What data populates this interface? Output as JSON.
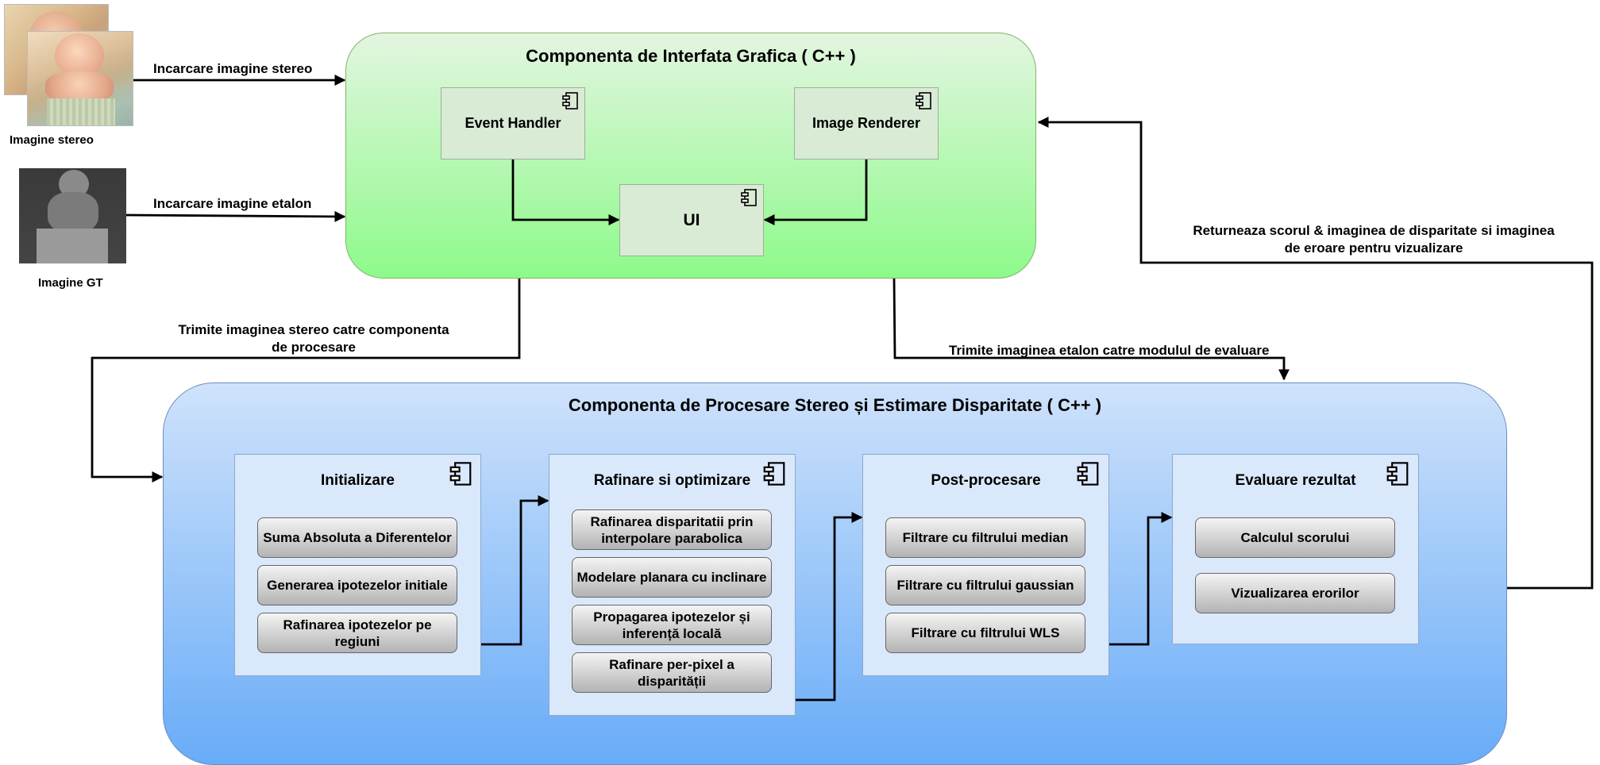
{
  "inputs": {
    "stereo_caption": "Imagine stereo",
    "gt_caption": "Imagine GT",
    "stereo_arrow_label": "Incarcare imagine stereo",
    "gt_arrow_label": "Incarcare imagine etalon"
  },
  "gui": {
    "title": "Componenta de Interfata Grafica ( C++ )",
    "event_handler": "Event Handler",
    "image_renderer": "Image Renderer",
    "ui": "UI"
  },
  "connectors": {
    "send_stereo_line1": "Trimite imaginea stereo catre componenta",
    "send_stereo_line2": "de procesare",
    "send_etalon": "Trimite imaginea etalon catre modulul de evaluare",
    "return_line1": "Returneaza scorul & imaginea de disparitate si imaginea",
    "return_line2": "de eroare pentru vizualizare"
  },
  "processing": {
    "title": "Componenta de Procesare Stereo și Estimare Disparitate ( C++ )",
    "modules": [
      {
        "title": "Initializare",
        "steps": [
          "Suma Absoluta a Diferentelor",
          "Generarea ipotezelor initiale",
          "Rafinarea ipotezelor pe regiuni"
        ]
      },
      {
        "title": "Rafinare si optimizare",
        "steps": [
          "Rafinarea disparitatii prin interpolare parabolica",
          "Modelare planara cu inclinare",
          "Propagarea ipotezelor și inferență locală",
          "Rafinare per-pixel a disparității"
        ]
      },
      {
        "title": "Post-procesare",
        "steps": [
          "Filtrare cu filtrului median",
          "Filtrare cu filtrului gaussian",
          "Filtrare cu filtrului WLS"
        ]
      },
      {
        "title": "Evaluare rezultat",
        "steps": [
          "Calculul scorului",
          "Vizualizarea erorilor"
        ]
      }
    ]
  },
  "colors": {
    "gui_top": "#e3f5e0",
    "gui_bottom": "#8dfa8a",
    "proc_top": "#cfe2fb",
    "proc_bottom": "#68acf8",
    "module_fill": "#dae8fc",
    "gui_box_fill": "#d9ebd5"
  }
}
